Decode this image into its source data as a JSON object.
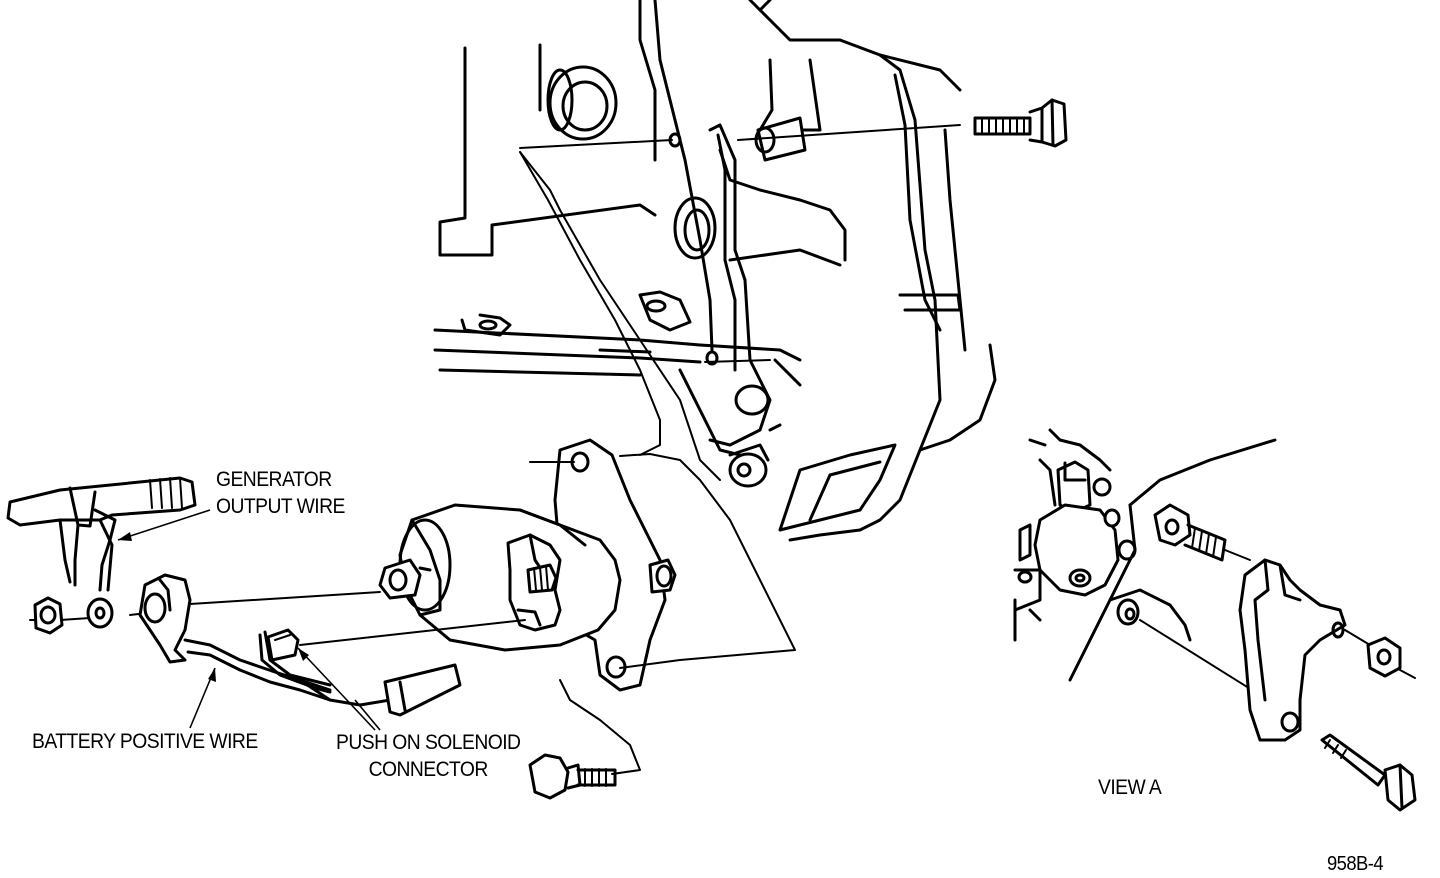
{
  "labels": {
    "generator_output_wire": [
      "GENERATOR",
      "OUTPUT WIRE"
    ],
    "battery_positive_wire": "BATTERY POSITIVE WIRE",
    "push_on_solenoid_connector": [
      "PUSH ON SOLENOID",
      "CONNECTOR"
    ],
    "view_a": "VIEW A",
    "figure_id": "958B-4"
  }
}
